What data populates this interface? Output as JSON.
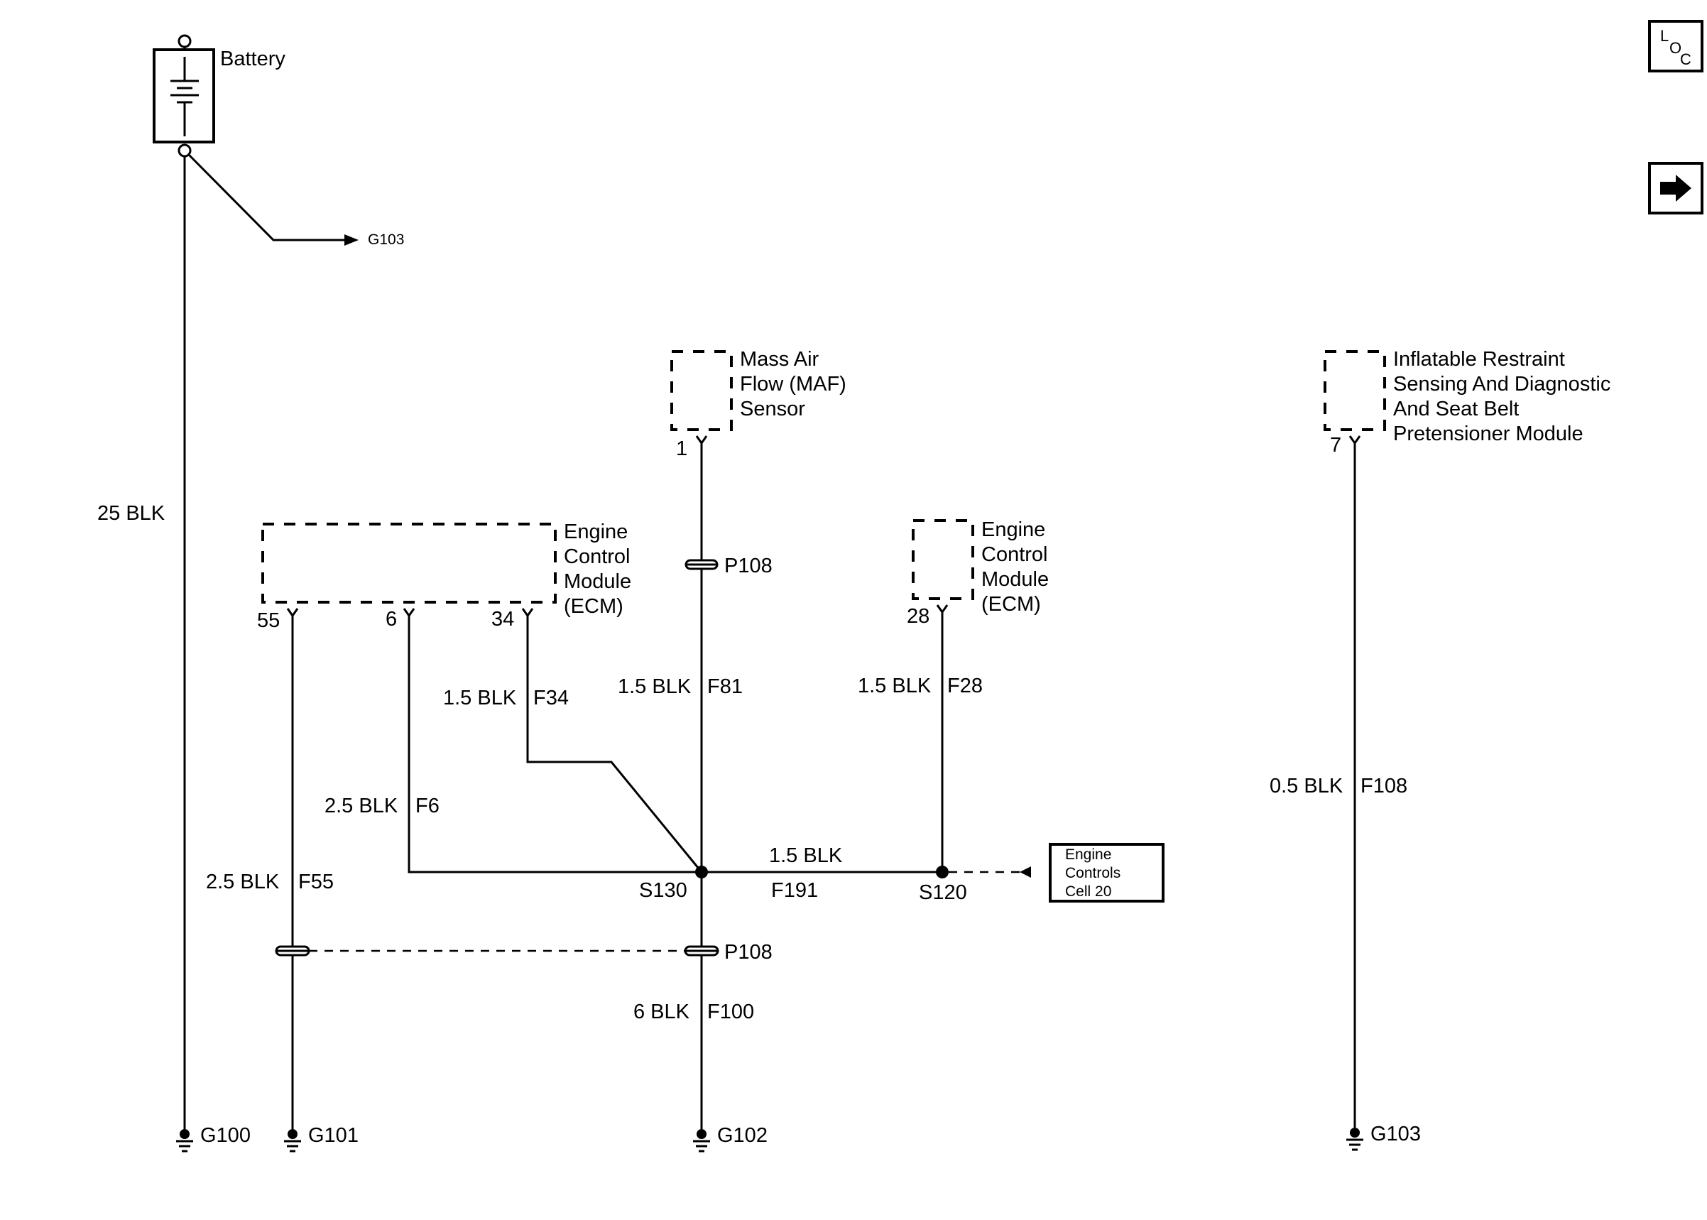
{
  "battery": {
    "label": "Battery"
  },
  "battery_branch_ground": "G103",
  "nav": {
    "loc_icon": "loc-icon",
    "arrow_icon": "arrow-right-icon",
    "loc_letters": [
      "L",
      "O",
      "C"
    ]
  },
  "components": {
    "maf": {
      "lines": [
        "Mass Air",
        "Flow (MAF)",
        "Sensor"
      ],
      "pin": "1"
    },
    "ecm_left": {
      "lines": [
        "Engine",
        "Control",
        "Module",
        "(ECM)"
      ],
      "pins": [
        "55",
        "6",
        "34"
      ]
    },
    "ecm_right": {
      "lines": [
        "Engine",
        "Control",
        "Module",
        "(ECM)"
      ],
      "pin": "28"
    },
    "restraint": {
      "lines": [
        "Inflatable Restraint",
        "Sensing And Diagnostic",
        "And Seat Belt",
        "Pretensioner Module"
      ],
      "pin": "7"
    },
    "ref_box": {
      "lines": [
        "Engine",
        "Controls",
        "Cell 20"
      ]
    }
  },
  "wires": {
    "battery": {
      "gauge": "25 BLK"
    },
    "f34": {
      "gauge": "1.5 BLK",
      "circuit": "F34"
    },
    "f81": {
      "gauge": "1.5 BLK",
      "circuit": "F81"
    },
    "f28": {
      "gauge": "1.5 BLK",
      "circuit": "F28"
    },
    "f6": {
      "gauge": "2.5 BLK",
      "circuit": "F6"
    },
    "f55": {
      "gauge": "2.5 BLK",
      "circuit": "F55"
    },
    "f191": {
      "gauge": "1.5 BLK",
      "circuit": "F191"
    },
    "f100": {
      "gauge": "6 BLK",
      "circuit": "F100"
    },
    "f108": {
      "gauge": "0.5 BLK",
      "circuit": "F108"
    }
  },
  "connectors": {
    "p108_upper": "P108",
    "p108_lower": "P108"
  },
  "splices": {
    "s130": "S130",
    "s120": "S120"
  },
  "grounds": [
    "G100",
    "G101",
    "G102",
    "G103"
  ]
}
